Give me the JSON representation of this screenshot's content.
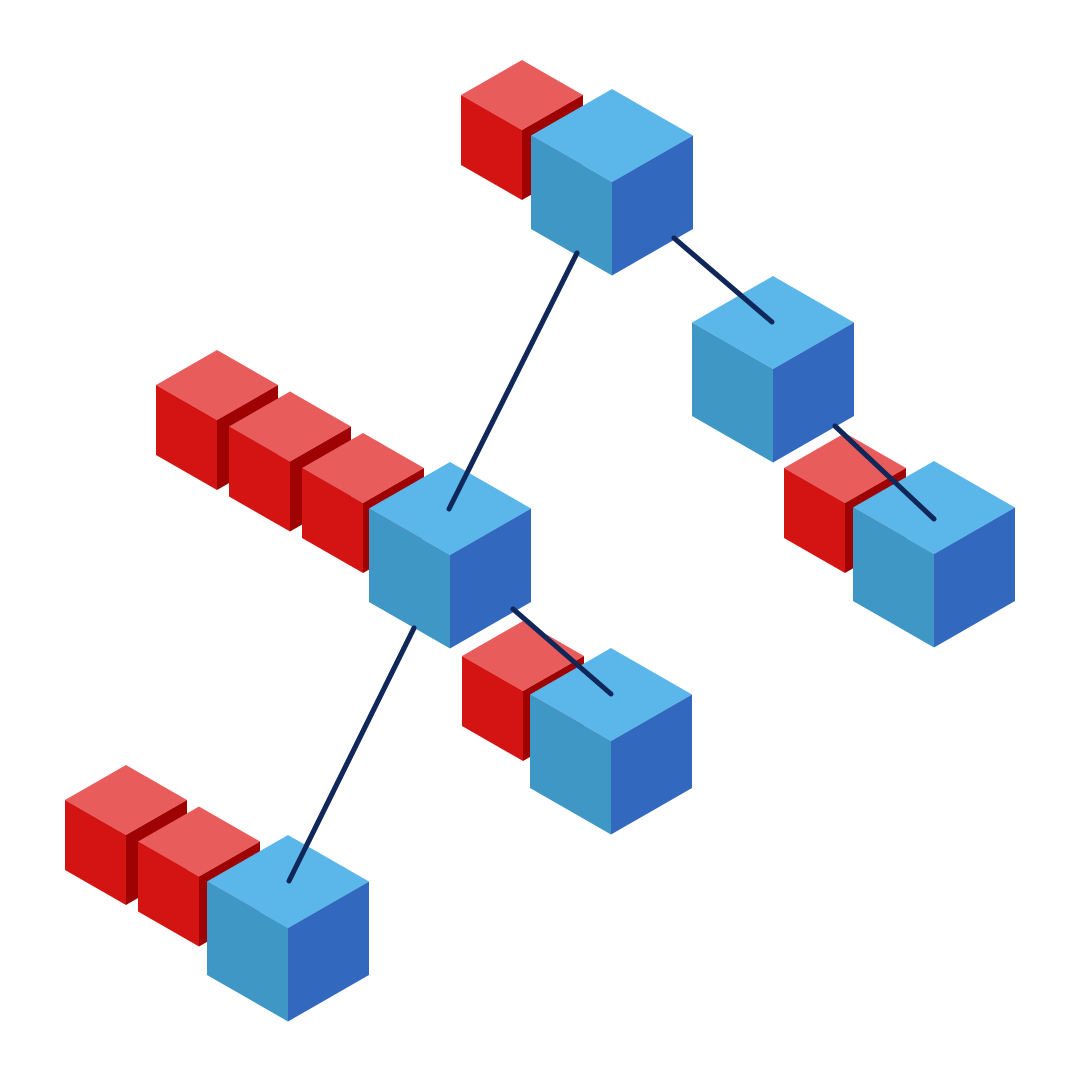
{
  "diagram": {
    "type": "isometric-tree",
    "background": "#ffffff",
    "colors": {
      "blue_top": "#5BB6E9",
      "blue_left": "#3F97C5",
      "blue_right": "#3368BF",
      "red_top": "#E95C5C",
      "red_left": "#D41313",
      "red_right": "#9E0202",
      "edge": "#10275A"
    },
    "nodes": [
      {
        "id": "root",
        "color": "blue",
        "red_blocks": 1
      },
      {
        "id": "node-left",
        "color": "blue",
        "red_blocks": 3
      },
      {
        "id": "node-right",
        "color": "blue",
        "red_blocks": 0
      },
      {
        "id": "node-right-child",
        "color": "blue",
        "red_blocks": 1
      },
      {
        "id": "node-left-right",
        "color": "blue",
        "red_blocks": 1
      },
      {
        "id": "node-left-left",
        "color": "blue",
        "red_blocks": 2
      }
    ],
    "edges": [
      {
        "from": "root",
        "to": "node-left"
      },
      {
        "from": "root",
        "to": "node-right"
      },
      {
        "from": "node-left",
        "to": "node-left-left"
      },
      {
        "from": "node-left",
        "to": "node-left-right"
      },
      {
        "from": "node-right",
        "to": "node-right-child"
      }
    ]
  }
}
